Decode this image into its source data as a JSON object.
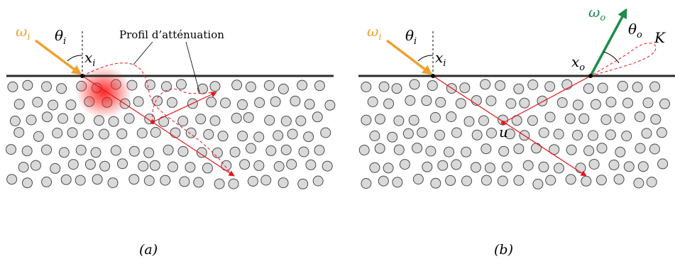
{
  "colors": {
    "incident": "#F0A030",
    "outgoing": "#1E8C4A",
    "path": "#E8141C",
    "surface": "#2b2b2b",
    "particle_fill": "#d9d9d9",
    "particle_stroke": "#4a4a4a"
  },
  "panel_a": {
    "omega_i": "ω",
    "omega_i_sub": "i",
    "theta_i": "θ",
    "theta_i_sub": "i",
    "x_i": "x",
    "x_i_sub": "i",
    "profile_label": "Profil d’atténuation",
    "caption": "(a)"
  },
  "panel_b": {
    "omega_i": "ω",
    "omega_i_sub": "i",
    "theta_i": "θ",
    "theta_i_sub": "i",
    "x_i": "x",
    "x_i_sub": "i",
    "omega_o": "ω",
    "omega_o_sub": "o",
    "theta_o": "θ",
    "theta_o_sub": "o",
    "x_o": "x",
    "x_o_sub": "o",
    "u": "u",
    "K": "K",
    "caption": "(b)"
  }
}
